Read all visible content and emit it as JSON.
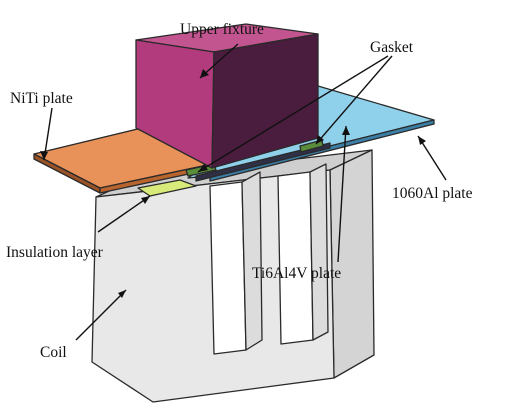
{
  "labels": {
    "upper_fixture": "Upper fixture",
    "gasket": "Gasket",
    "niti_plate": "NiTi plate",
    "al_plate": "1060Al plate",
    "insulation_layer": "Insulation layer",
    "ti_plate": "Ti6Al4V plate",
    "coil": "Coil"
  },
  "colors": {
    "fixture_front": "#b13b7c",
    "fixture_top": "#c2558f",
    "fixture_side": "#4a1c3e",
    "niti_plate": "#e8925a",
    "al_plate": "#8fd0ea",
    "insulation": "#d7ea7a",
    "gasket": "#5a8d3a",
    "coil_front": "#e8e8e8",
    "coil_side": "#d4d4d4",
    "coil_top": "#cfcfcf"
  }
}
